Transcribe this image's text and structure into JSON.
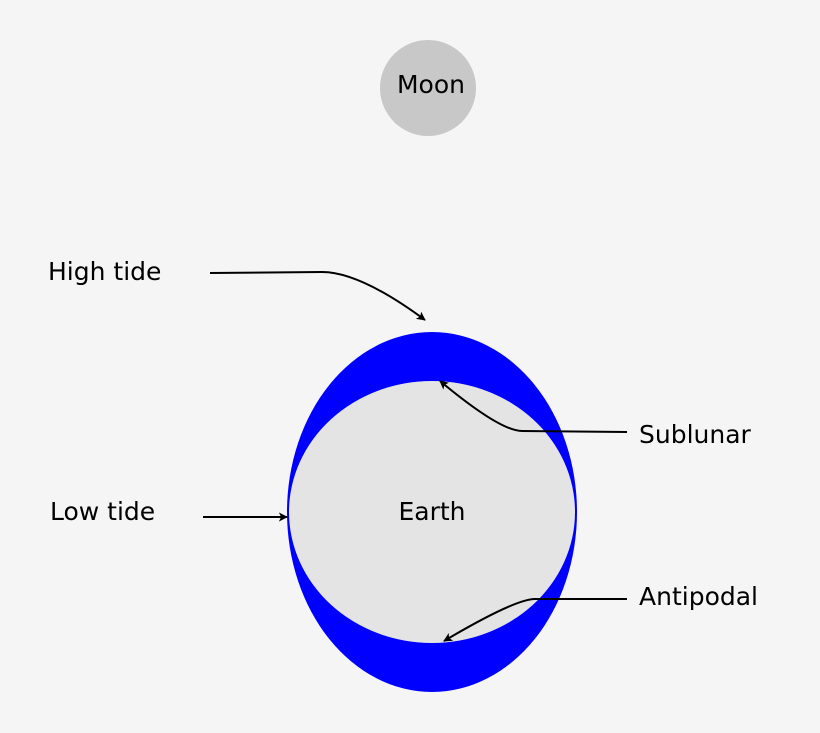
{
  "labels": {
    "moon": "Moon",
    "earth": "Earth",
    "high_tide": "High tide",
    "low_tide": "Low tide",
    "sublunar": "Sublunar",
    "antipodal": "Antipodal"
  },
  "colors": {
    "background": "#f5f5f6",
    "moon": "#c8c8c8",
    "earth": "#e4e4e5",
    "tidal_bulge": "#0000ff",
    "lines": "#000000"
  }
}
